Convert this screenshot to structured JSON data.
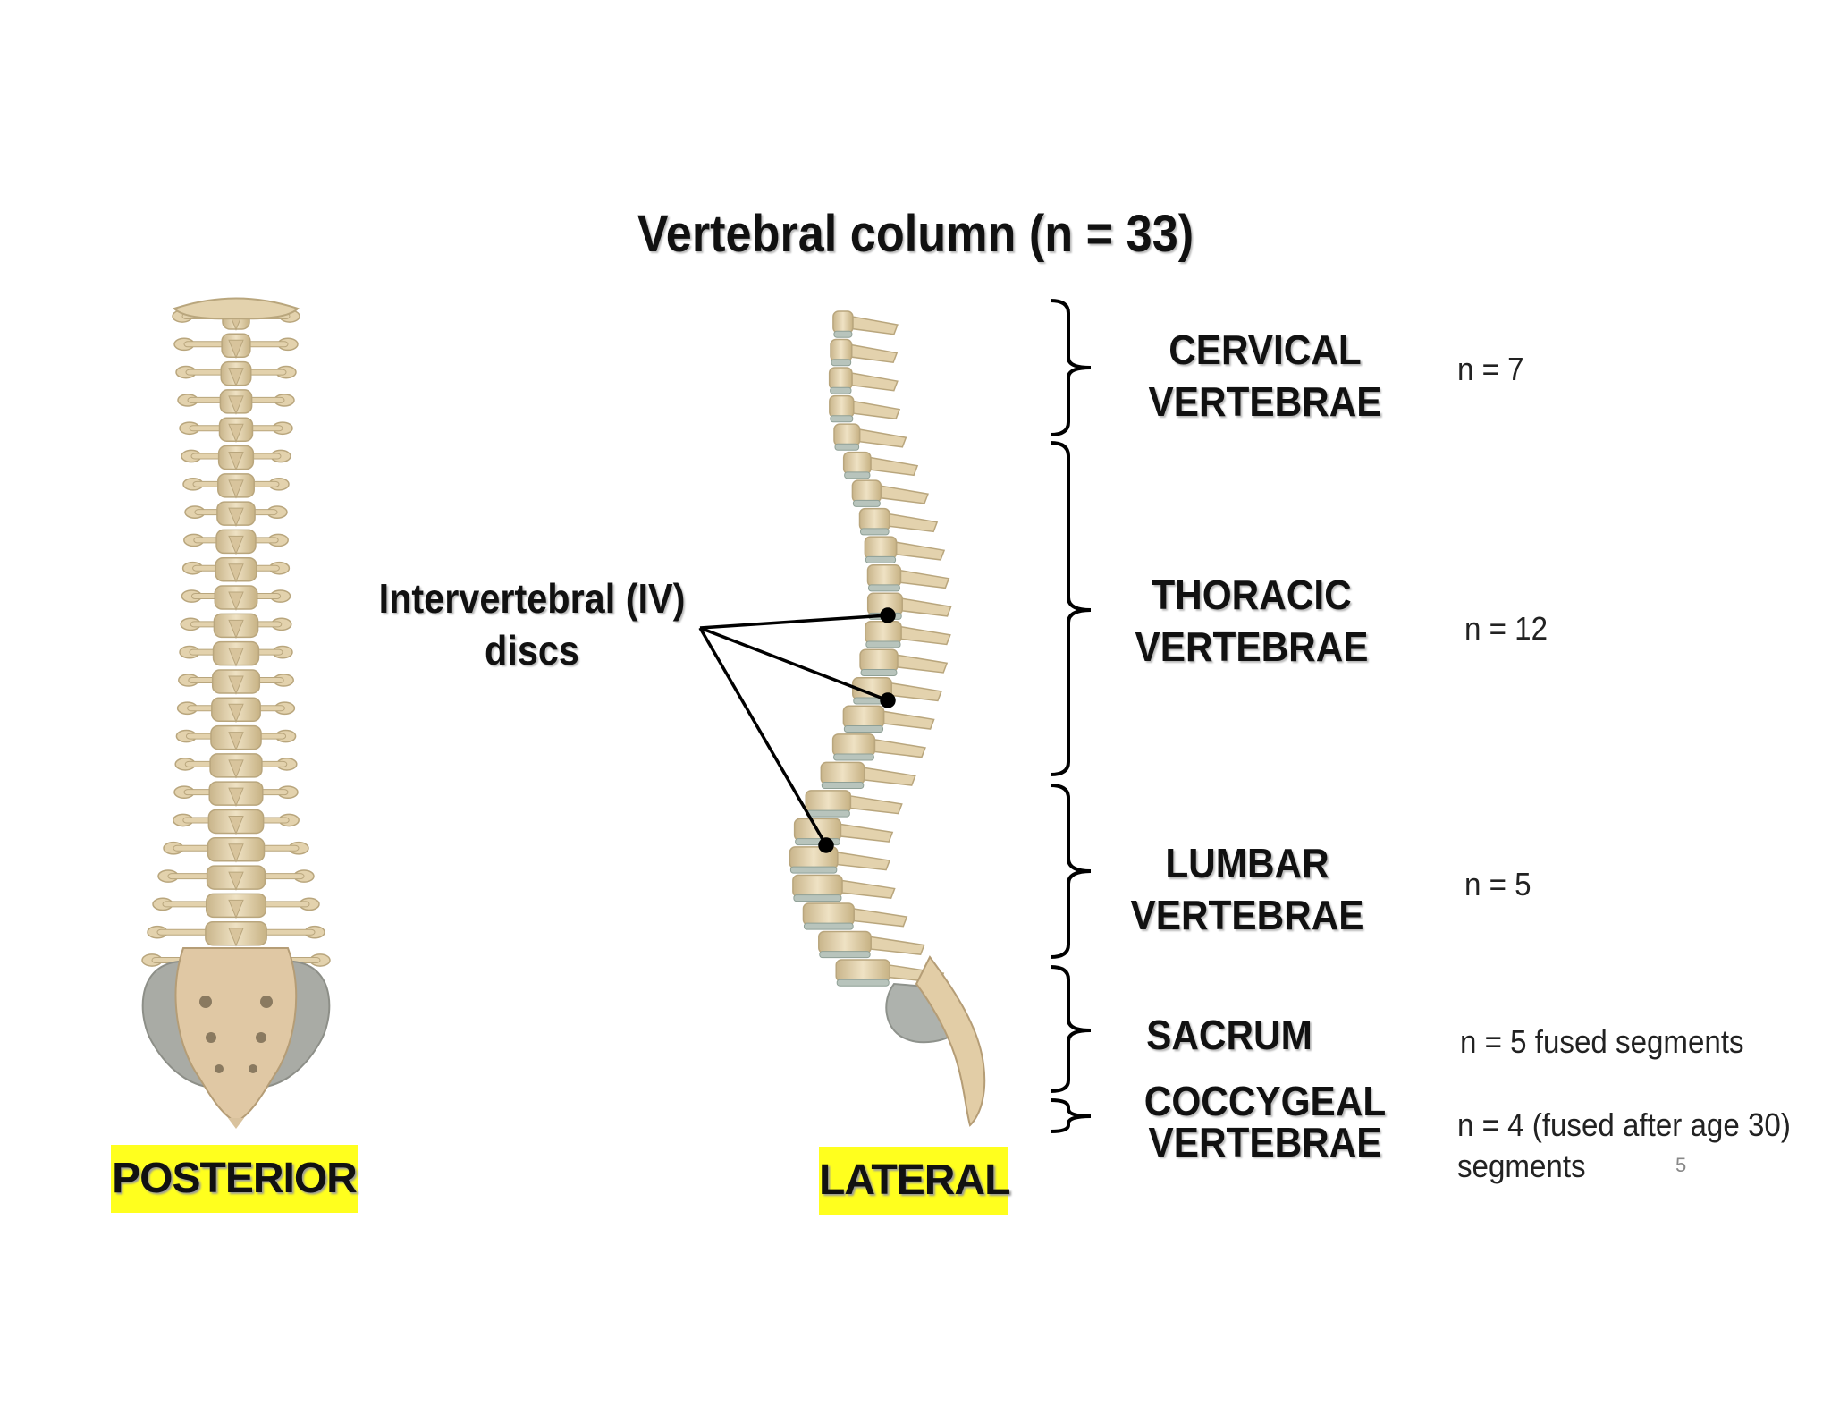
{
  "title": "Vertebral column (n = 33)",
  "iv_label": "Intervertebral (IV)\ndiscs",
  "views": {
    "posterior": "POSTERIOR",
    "lateral": "LATERAL"
  },
  "regions": [
    {
      "name": "CERVICAL\nVERTEBRAE",
      "count": "n = 7"
    },
    {
      "name": "THORACIC\nVERTEBRAE",
      "count": "n = 12"
    },
    {
      "name": "LUMBAR\nVERTEBRAE",
      "count": "n = 5"
    },
    {
      "name": "SACRUM",
      "count": "n = 5 fused segments"
    },
    {
      "name": "COCCYGEAL\nVERTEBRAE",
      "count": "n = 4 (fused after age 30)\nsegments"
    }
  ],
  "page_number": "5",
  "colors": {
    "bone": "#e3d2ad",
    "bone_shadow": "#b9a67d",
    "disc": "#b8c4bc",
    "highlight": "#ffff1e",
    "sacrum_ear": "#a8aaa4"
  }
}
